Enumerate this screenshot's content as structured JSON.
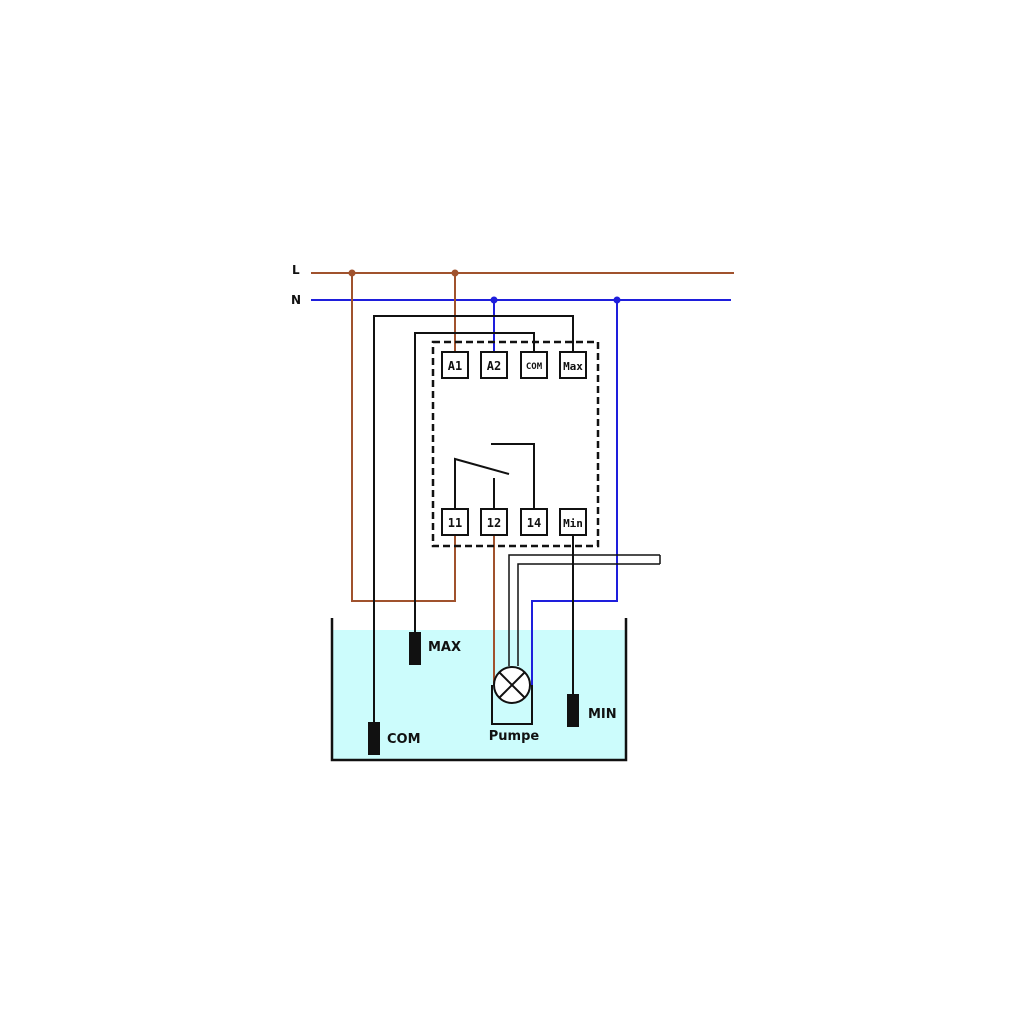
{
  "colors": {
    "live": "#a0522d",
    "neutral": "#1e1edc",
    "wire": "#111111",
    "water": "#ccfcfc",
    "tank": "#111111"
  },
  "rails": {
    "live": "L",
    "neutral": "N"
  },
  "terminals": {
    "a1": "A1",
    "a2": "A2",
    "com": "COM",
    "max": "Max",
    "t11": "11",
    "t12": "12",
    "t14": "14",
    "min": "Min"
  },
  "probes": {
    "max": "MAX",
    "com": "COM",
    "min": "MIN"
  },
  "pump": {
    "label": "Pumpe"
  }
}
